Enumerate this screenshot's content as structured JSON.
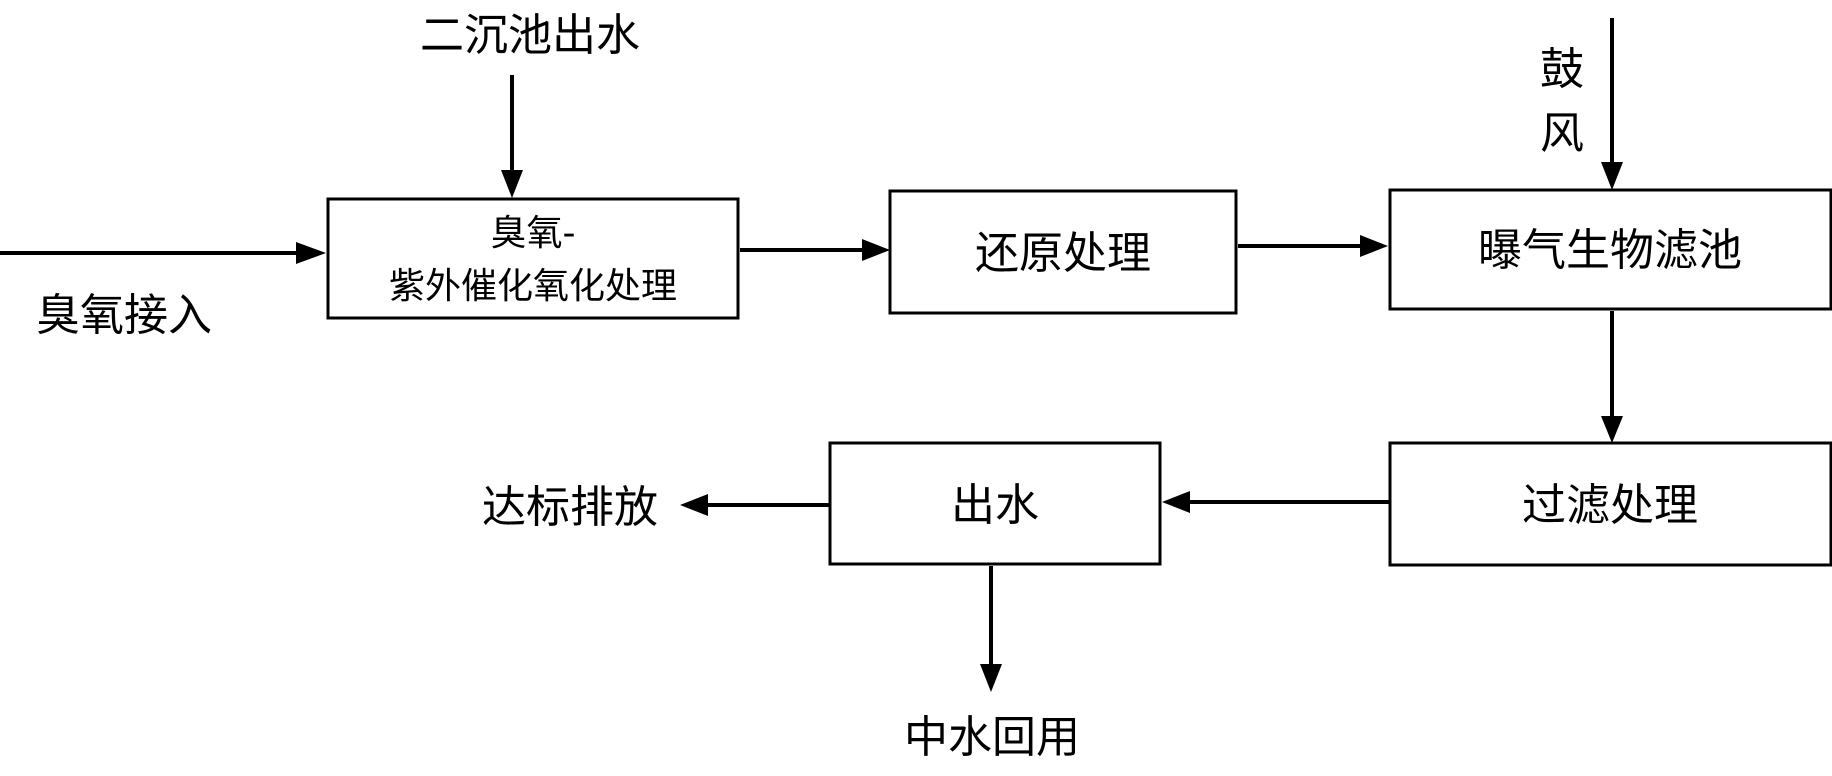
{
  "colors": {
    "line": "#000000",
    "box_fill": "#ffffff",
    "text": "#000000"
  },
  "boxes": {
    "ozone_uv": {
      "line1": "臭氧-",
      "line2": "紫外催化氧化处理"
    },
    "reduction": "还原处理",
    "baf": "曝气生物滤池",
    "filtration": "过滤处理",
    "effluent": "出水"
  },
  "inputs": {
    "secondary_effluent": "二沉池出水",
    "ozone_inlet": "臭氧接入",
    "blower_char1": "鼓",
    "blower_char2": "风"
  },
  "outputs": {
    "discharge": "达标排放",
    "reuse": "中水回用"
  }
}
